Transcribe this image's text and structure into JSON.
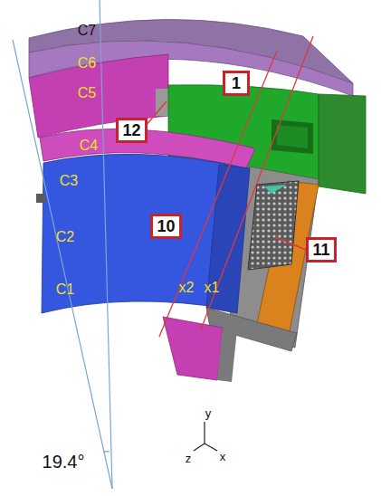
{
  "diagram": {
    "nodes": [
      {
        "text": [
          "1"
        ]
      },
      {
        "text": [
          "12"
        ]
      },
      {
        "text": [
          "10"
        ]
      },
      {
        "text": [
          "11"
        ]
      }
    ],
    "labels": [
      "C7",
      "C6",
      "C5",
      "C4",
      "C3",
      "C2",
      "C1",
      "x2",
      "x1",
      "19.4°",
      "y",
      "z",
      "x"
    ]
  }
}
